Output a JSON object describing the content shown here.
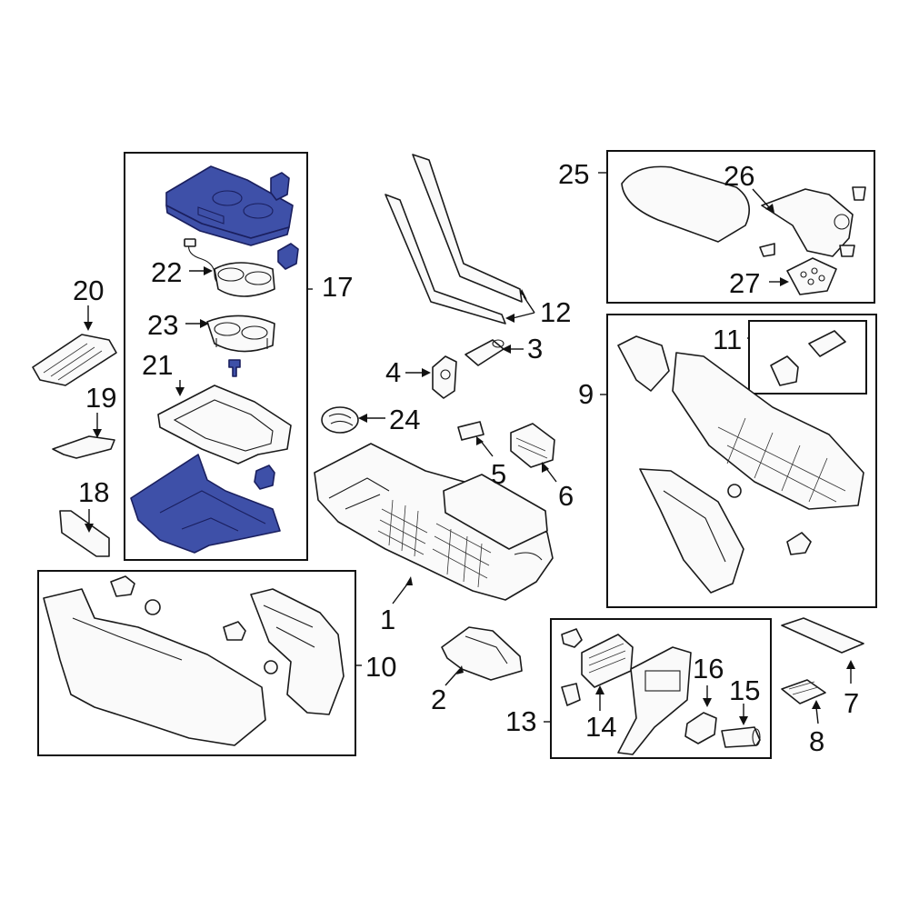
{
  "diagram": {
    "colors": {
      "highlight": "#3e50a8",
      "line": "#1a1a1a",
      "background": "#ffffff"
    },
    "callouts": {
      "c1": "1",
      "c2": "2",
      "c3": "3",
      "c4": "4",
      "c5": "5",
      "c6": "6",
      "c7": "7",
      "c8": "8",
      "c9": "9",
      "c10": "10",
      "c11": "11",
      "c12": "12",
      "c13": "13",
      "c14": "14",
      "c15": "15",
      "c16": "16",
      "c17": "17",
      "c18": "18",
      "c19": "19",
      "c20": "20",
      "c21": "21",
      "c22": "22",
      "c23": "23",
      "c24": "24",
      "c25": "25",
      "c26": "26",
      "c27": "27"
    }
  }
}
